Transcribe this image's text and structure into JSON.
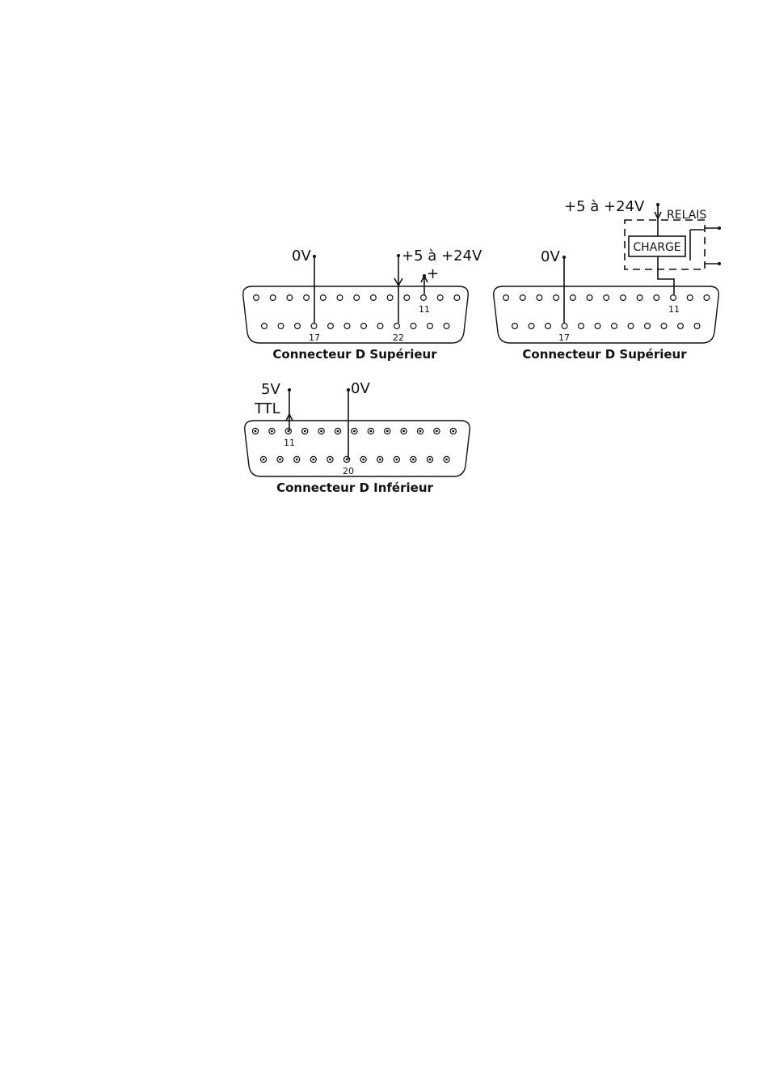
{
  "diagram_a": {
    "label_0v": "0V",
    "label_supply": "+5 à +24V",
    "label_plus": "+",
    "pin_11": "11",
    "pin_17": "17",
    "pin_22": "22",
    "caption": "Connecteur D Supérieur"
  },
  "diagram_b": {
    "label_supply": "+5 à +24V",
    "label_relay": "RELAIS",
    "label_load": "CHARGE",
    "label_0v": "0V",
    "pin_11": "11",
    "pin_17": "17",
    "caption": "Connecteur D Supérieur"
  },
  "diagram_c": {
    "label_5v": "5V",
    "label_ttl": "TTL",
    "label_0v": "0V",
    "pin_11": "11",
    "pin_20": "20",
    "caption": "Connecteur D Inférieur"
  }
}
